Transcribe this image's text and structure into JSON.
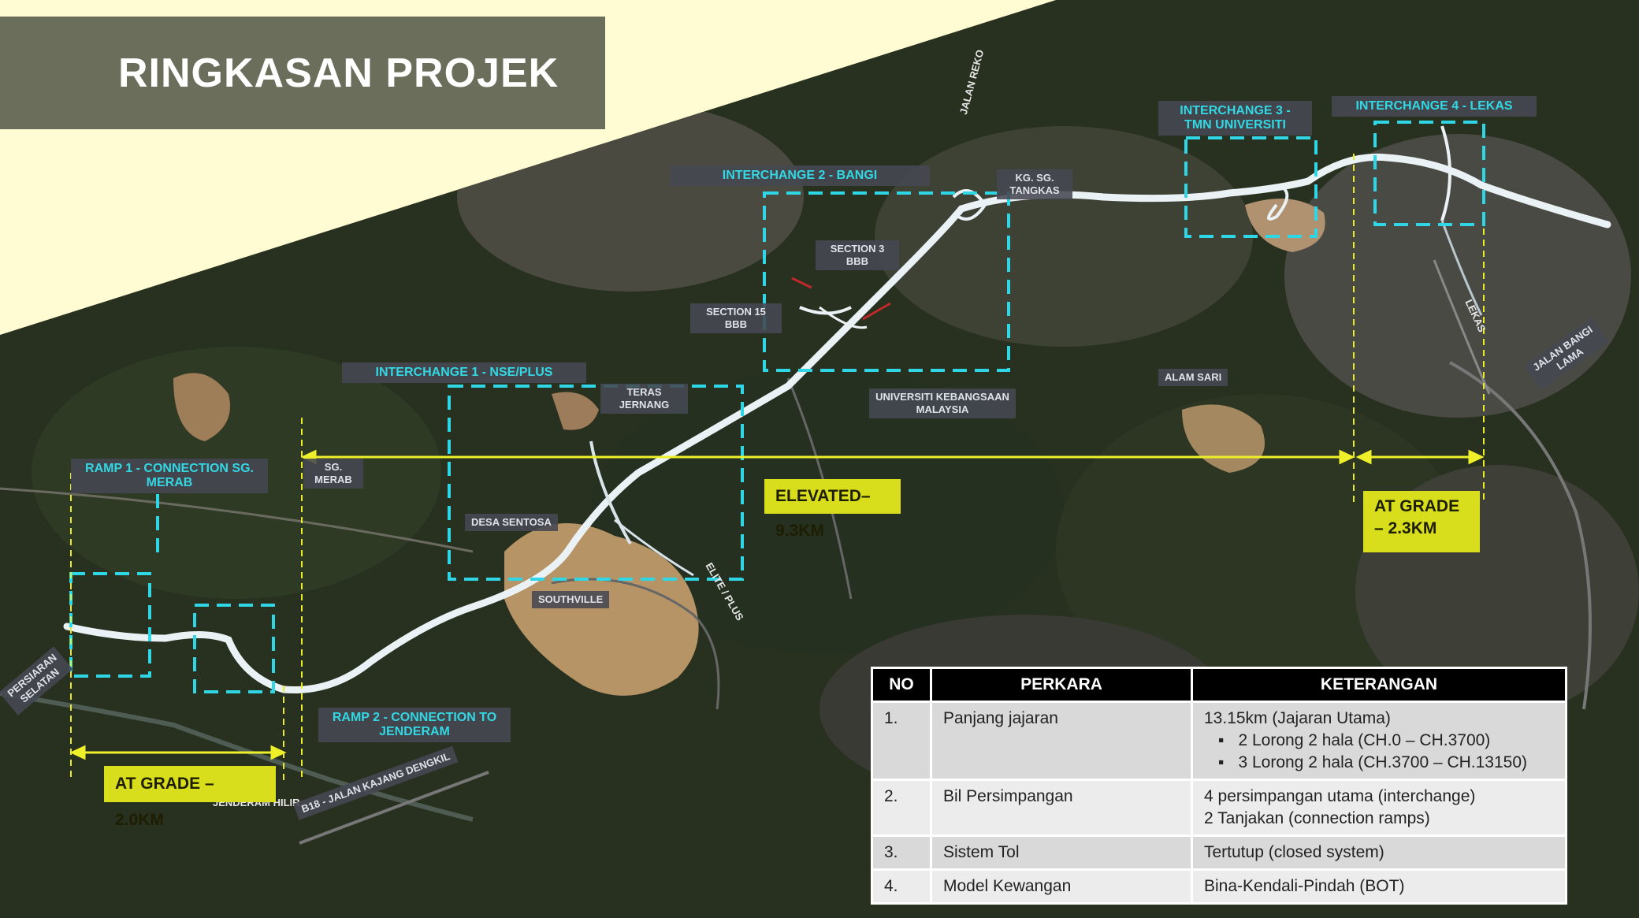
{
  "title": "RINGKASAN PROJEK",
  "map": {
    "interchange_labels": [
      {
        "id": "ic1",
        "text": "INTERCHANGE 1 - NSE/PLUS"
      },
      {
        "id": "ic2",
        "text": "INTERCHANGE 2 - BANGI"
      },
      {
        "id": "ic3",
        "text": "INTERCHANGE 3 - TMN UNIVERSITI"
      },
      {
        "id": "ic4",
        "text": "INTERCHANGE 4 - LEKAS"
      },
      {
        "id": "r1",
        "text": "RAMP 1 - CONNECTION SG. MERAB"
      },
      {
        "id": "r2",
        "text": "RAMP 2 - CONNECTION TO JENDERAM"
      }
    ],
    "place_labels": [
      "SECTION 3 BBB",
      "SECTION 15 BBB",
      "TERAS JERNANG",
      "SG. MERAB",
      "DESA SENTOSA",
      "SOUTHVILLE",
      "UNIVERSITI KEBANGSAAN MALAYSIA",
      "KG. SG. TANGKAS",
      "ALAM SARI",
      "JALAN REKO",
      "LEKAS",
      "JALAN BANGI LAMA",
      "PERSIARAN SELATAN",
      "JENDERAM HILIR",
      "B18 - JALAN KAJANG DENGKIL",
      "ELITE / PLUS"
    ],
    "segments": {
      "elevated": "ELEVATED– 9.3KM",
      "at_grade_east": "AT GRADE – 2.3KM",
      "at_grade_west": "AT GRADE – 2.0KM"
    }
  },
  "table": {
    "headers": [
      "NO",
      "PERKARA",
      "KETERANGAN"
    ],
    "rows": [
      {
        "no": "1.",
        "item": "Panjang jajaran",
        "desc": "13.15km (Jajaran Utama)",
        "bullets": [
          "2 Lorong 2 hala (CH.0 – CH.3700)",
          "3 Lorong 2 hala (CH.3700 – CH.13150)"
        ]
      },
      {
        "no": "2.",
        "item": "Bil Persimpangan",
        "desc": "4 persimpangan utama (interchange)",
        "desc2": "2 Tanjakan (connection ramps)"
      },
      {
        "no": "3.",
        "item": "Sistem Tol",
        "desc": "Tertutup (closed system)"
      },
      {
        "no": "4.",
        "item": "Model Kewangan",
        "desc": "Bina-Kendali-Pindah (BOT)"
      }
    ]
  }
}
